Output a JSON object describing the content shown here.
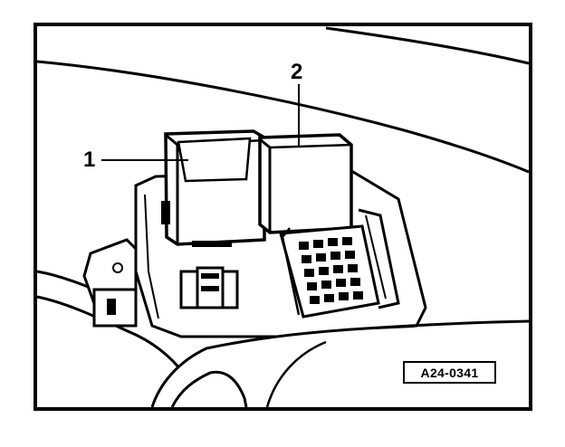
{
  "figure": {
    "callouts": [
      {
        "id": "1",
        "label": "1"
      },
      {
        "id": "2",
        "label": "2"
      }
    ],
    "reference_code": "A24-0341"
  }
}
